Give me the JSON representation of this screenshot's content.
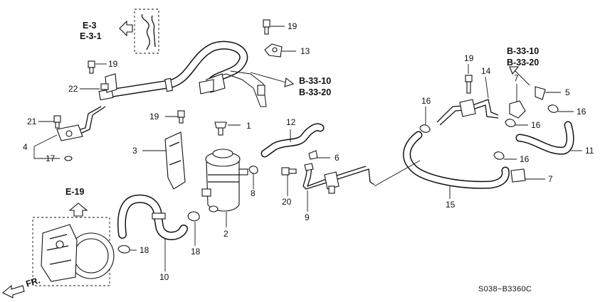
{
  "diagram": {
    "callouts": [
      "1",
      "2",
      "3",
      "4",
      "5",
      "6",
      "7",
      "7",
      "8",
      "9",
      "10",
      "11",
      "12",
      "13",
      "14",
      "15",
      "16",
      "16",
      "16",
      "16",
      "17",
      "18",
      "18",
      "19",
      "19",
      "19",
      "19",
      "20",
      "21",
      "22"
    ],
    "references": {
      "e3": "E-3",
      "e3_1": "E-3-1",
      "b3310_top": "B-33-10",
      "b3320_top": "B-33-20",
      "b3310_right": "B-33-10",
      "b3320_right": "B-33-20",
      "e19": "E-19"
    },
    "front_marker": "FR.",
    "diagram_code": "S038−B3360C"
  }
}
